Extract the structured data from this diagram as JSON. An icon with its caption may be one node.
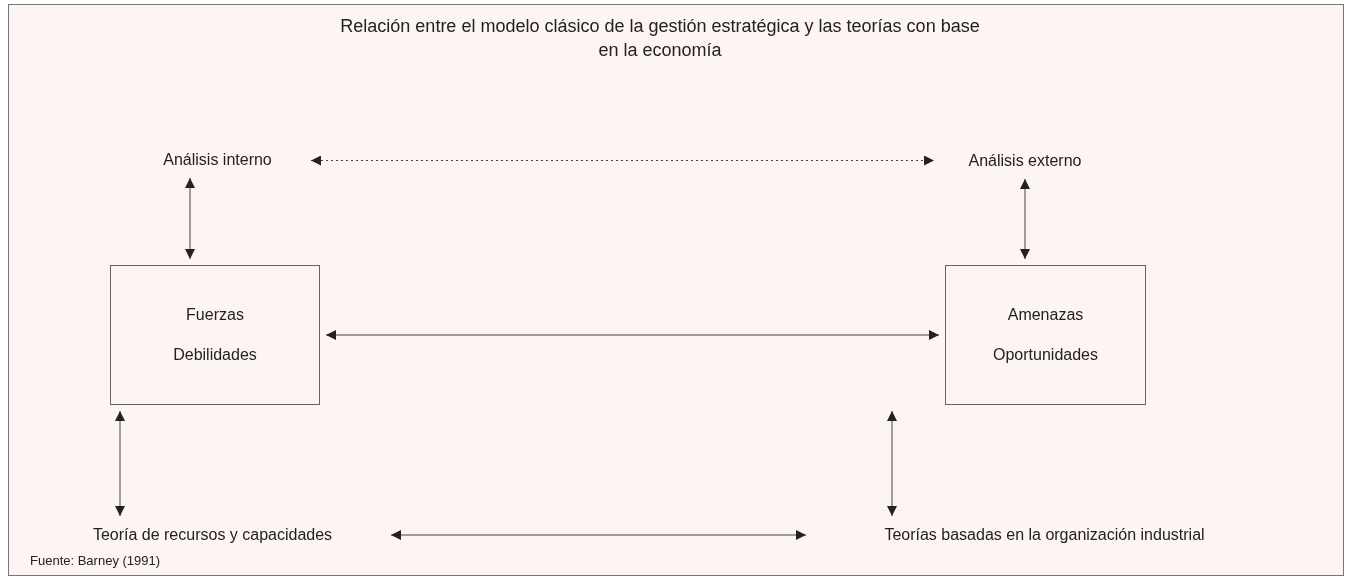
{
  "diagram": {
    "title": "Relación entre el modelo clásico de la gestión estratégica y las teorías con base en la economía",
    "nodes": [
      {
        "text": [
          "Análisis interno"
        ]
      },
      {
        "text": [
          "Análisis externo"
        ]
      },
      {
        "text": [
          "Fuerzas",
          "Debilidades"
        ]
      },
      {
        "text": [
          "Amenazas",
          "Oportunidades"
        ]
      },
      {
        "text": [
          "Teoría de recursos y capacidades"
        ]
      },
      {
        "text": [
          "Teorías basadas en la organización industrial"
        ]
      }
    ],
    "edges": [
      {
        "from": 0,
        "to": 1,
        "arrow": "both",
        "style": "dashed"
      },
      {
        "from": 0,
        "to": 2,
        "arrow": "both"
      },
      {
        "from": 1,
        "to": 3,
        "arrow": "both"
      },
      {
        "from": 2,
        "to": 3,
        "arrow": "both"
      },
      {
        "from": 2,
        "to": 4,
        "arrow": "both"
      },
      {
        "from": 3,
        "to": 5,
        "arrow": "both"
      },
      {
        "from": 4,
        "to": 5,
        "arrow": "both"
      }
    ],
    "labels": [
      "Fuente: Barney (1991)"
    ]
  }
}
